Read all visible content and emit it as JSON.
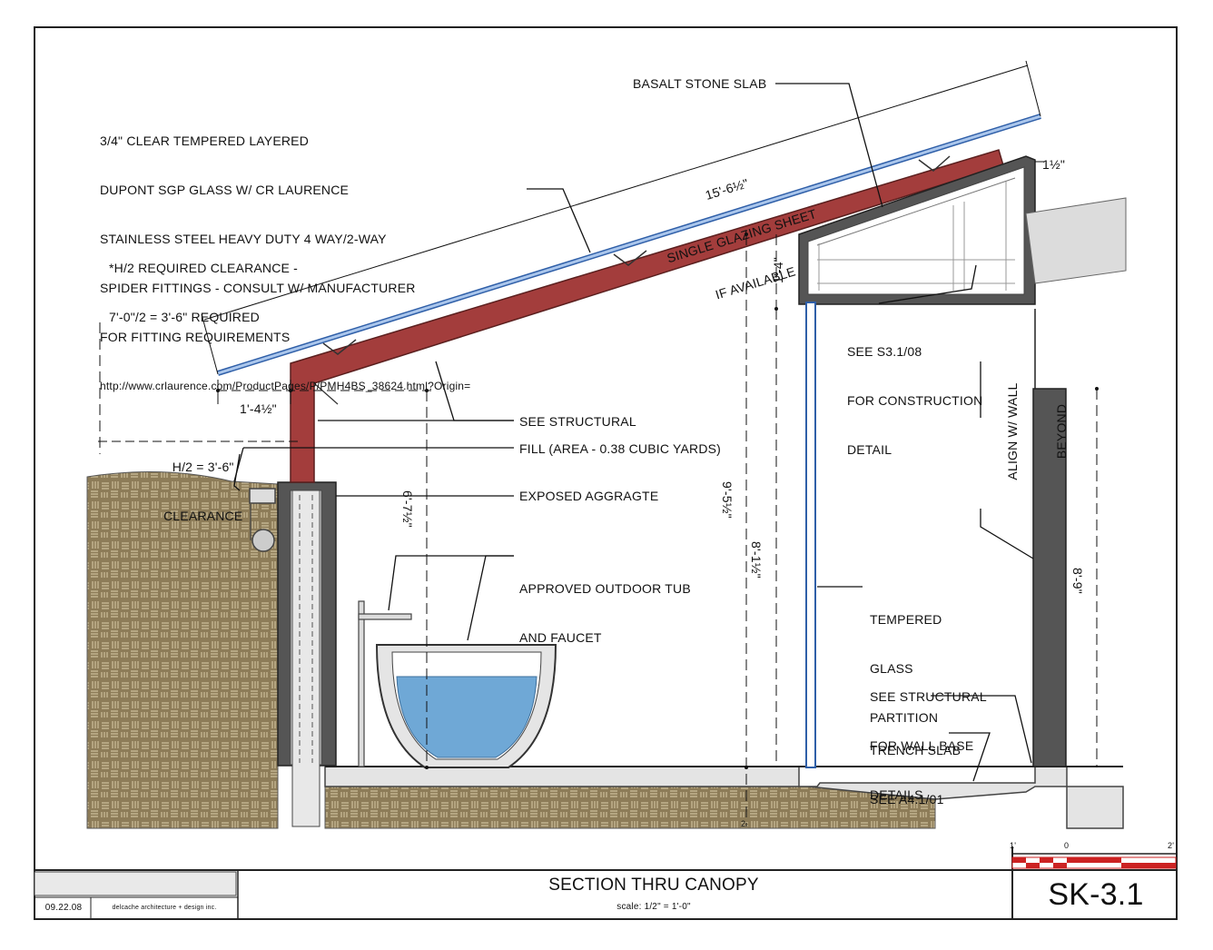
{
  "notes": {
    "glass_spec": [
      "3/4\" CLEAR TEMPERED LAYERED",
      "DUPONT SGP GLASS W/ CR LAURENCE",
      "STAINLESS STEEL HEAVY DUTY 4 WAY/2-WAY",
      "SPIDER FITTINGS - CONSULT W/ MANUFACTURER",
      "FOR FITTING REQUIREMENTS",
      "http://www.crlaurence.com/ProductPages/P/PMH4BS_38624.html?Origin="
    ],
    "clearance_req": [
      "*H/2 REQUIRED CLEARANCE -",
      "7'-0\"/2 = 3'-6\" REQUIRED"
    ],
    "basalt": "BASALT STONE SLAB",
    "glazing": [
      "15'-6½\"",
      "SINGLE GLAZING SHEET",
      "IF AVAILABLE"
    ],
    "see_structural": "SEE STRUCTURAL",
    "fill": "FILL (AREA - 0.38 CUBIC YARDS)",
    "exposed": "EXPOSED AGGRAGTE",
    "tub": [
      "APPROVED OUTDOOR TUB",
      "AND FAUCET"
    ],
    "see_s31": [
      "SEE S3.1/08",
      "FOR CONSTRUCTION",
      "DETAIL"
    ],
    "align": [
      "ALIGN W/ WALL",
      "BEYOND"
    ],
    "tempered": [
      "TEMPERED",
      "GLASS",
      "PARTITION"
    ],
    "wall_base": [
      "SEE STRUCTURAL",
      "FOR WALL BASE",
      "DETAILS"
    ],
    "trench": [
      "TRENCH SLAB",
      "SEE A4.1/01"
    ],
    "h2_clear": [
      "H/2 = 3'-6\"",
      "CLEARANCE"
    ]
  },
  "dimensions": {
    "overhang": "1'-4½\"",
    "thickness": "1½\"",
    "roof_depth": "1'-4\"",
    "height_a": "6'-7½\"",
    "height_b": "9'-5½\"",
    "height_c": "8'-1½\"",
    "height_d": "8'-9\"",
    "bottom_mark": "2"
  },
  "scale_bar": {
    "labels": [
      "1'",
      "0",
      "2'"
    ]
  },
  "title_block": {
    "title": "SECTION THRU CANOPY",
    "scale": "scale: 1/2\" = 1'-0\"",
    "sheet": "SK-3.1",
    "date": "09.22.08",
    "firm": "delcache architecture + design inc."
  },
  "colors": {
    "structure": "#a33d3c",
    "glass": "#8fb0de",
    "earth": "#8a7a58",
    "water": "#6fa8d6",
    "wall": "#444444"
  }
}
